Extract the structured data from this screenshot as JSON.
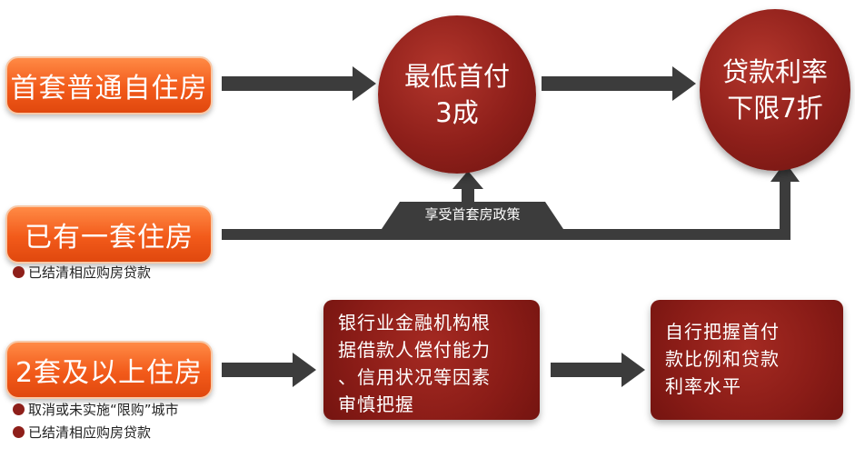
{
  "left_pills": {
    "first_home": "首套普通自住房",
    "second_home": "已有一套住房",
    "multiple_homes": "2套及以上住房"
  },
  "circles": {
    "down_payment_line1": "最低首付",
    "down_payment_line2": "3成",
    "rate_line1": "贷款利率",
    "rate_line2": "下限7折"
  },
  "policy_label": "享受首套房政策",
  "notes": {
    "second_home_note": "已结清相应购房贷款",
    "multi_note1": "取消或未实施“限购”城市",
    "multi_note2": "已结清相应购房贷款"
  },
  "boxes": {
    "bank_line1": "银行业金融机构根",
    "bank_line2": "据借款人偿付能力",
    "bank_line3": "、信用状况等因素",
    "bank_line4": "审慎把握",
    "self_line1": "自行把握首付",
    "self_line2": "款比例和贷款",
    "self_line3": "利率水平"
  },
  "colors": {
    "pill_orange": "#f25a1a",
    "dark_red": "#8e1f1a",
    "arrow_gray": "#3c3c3c"
  }
}
